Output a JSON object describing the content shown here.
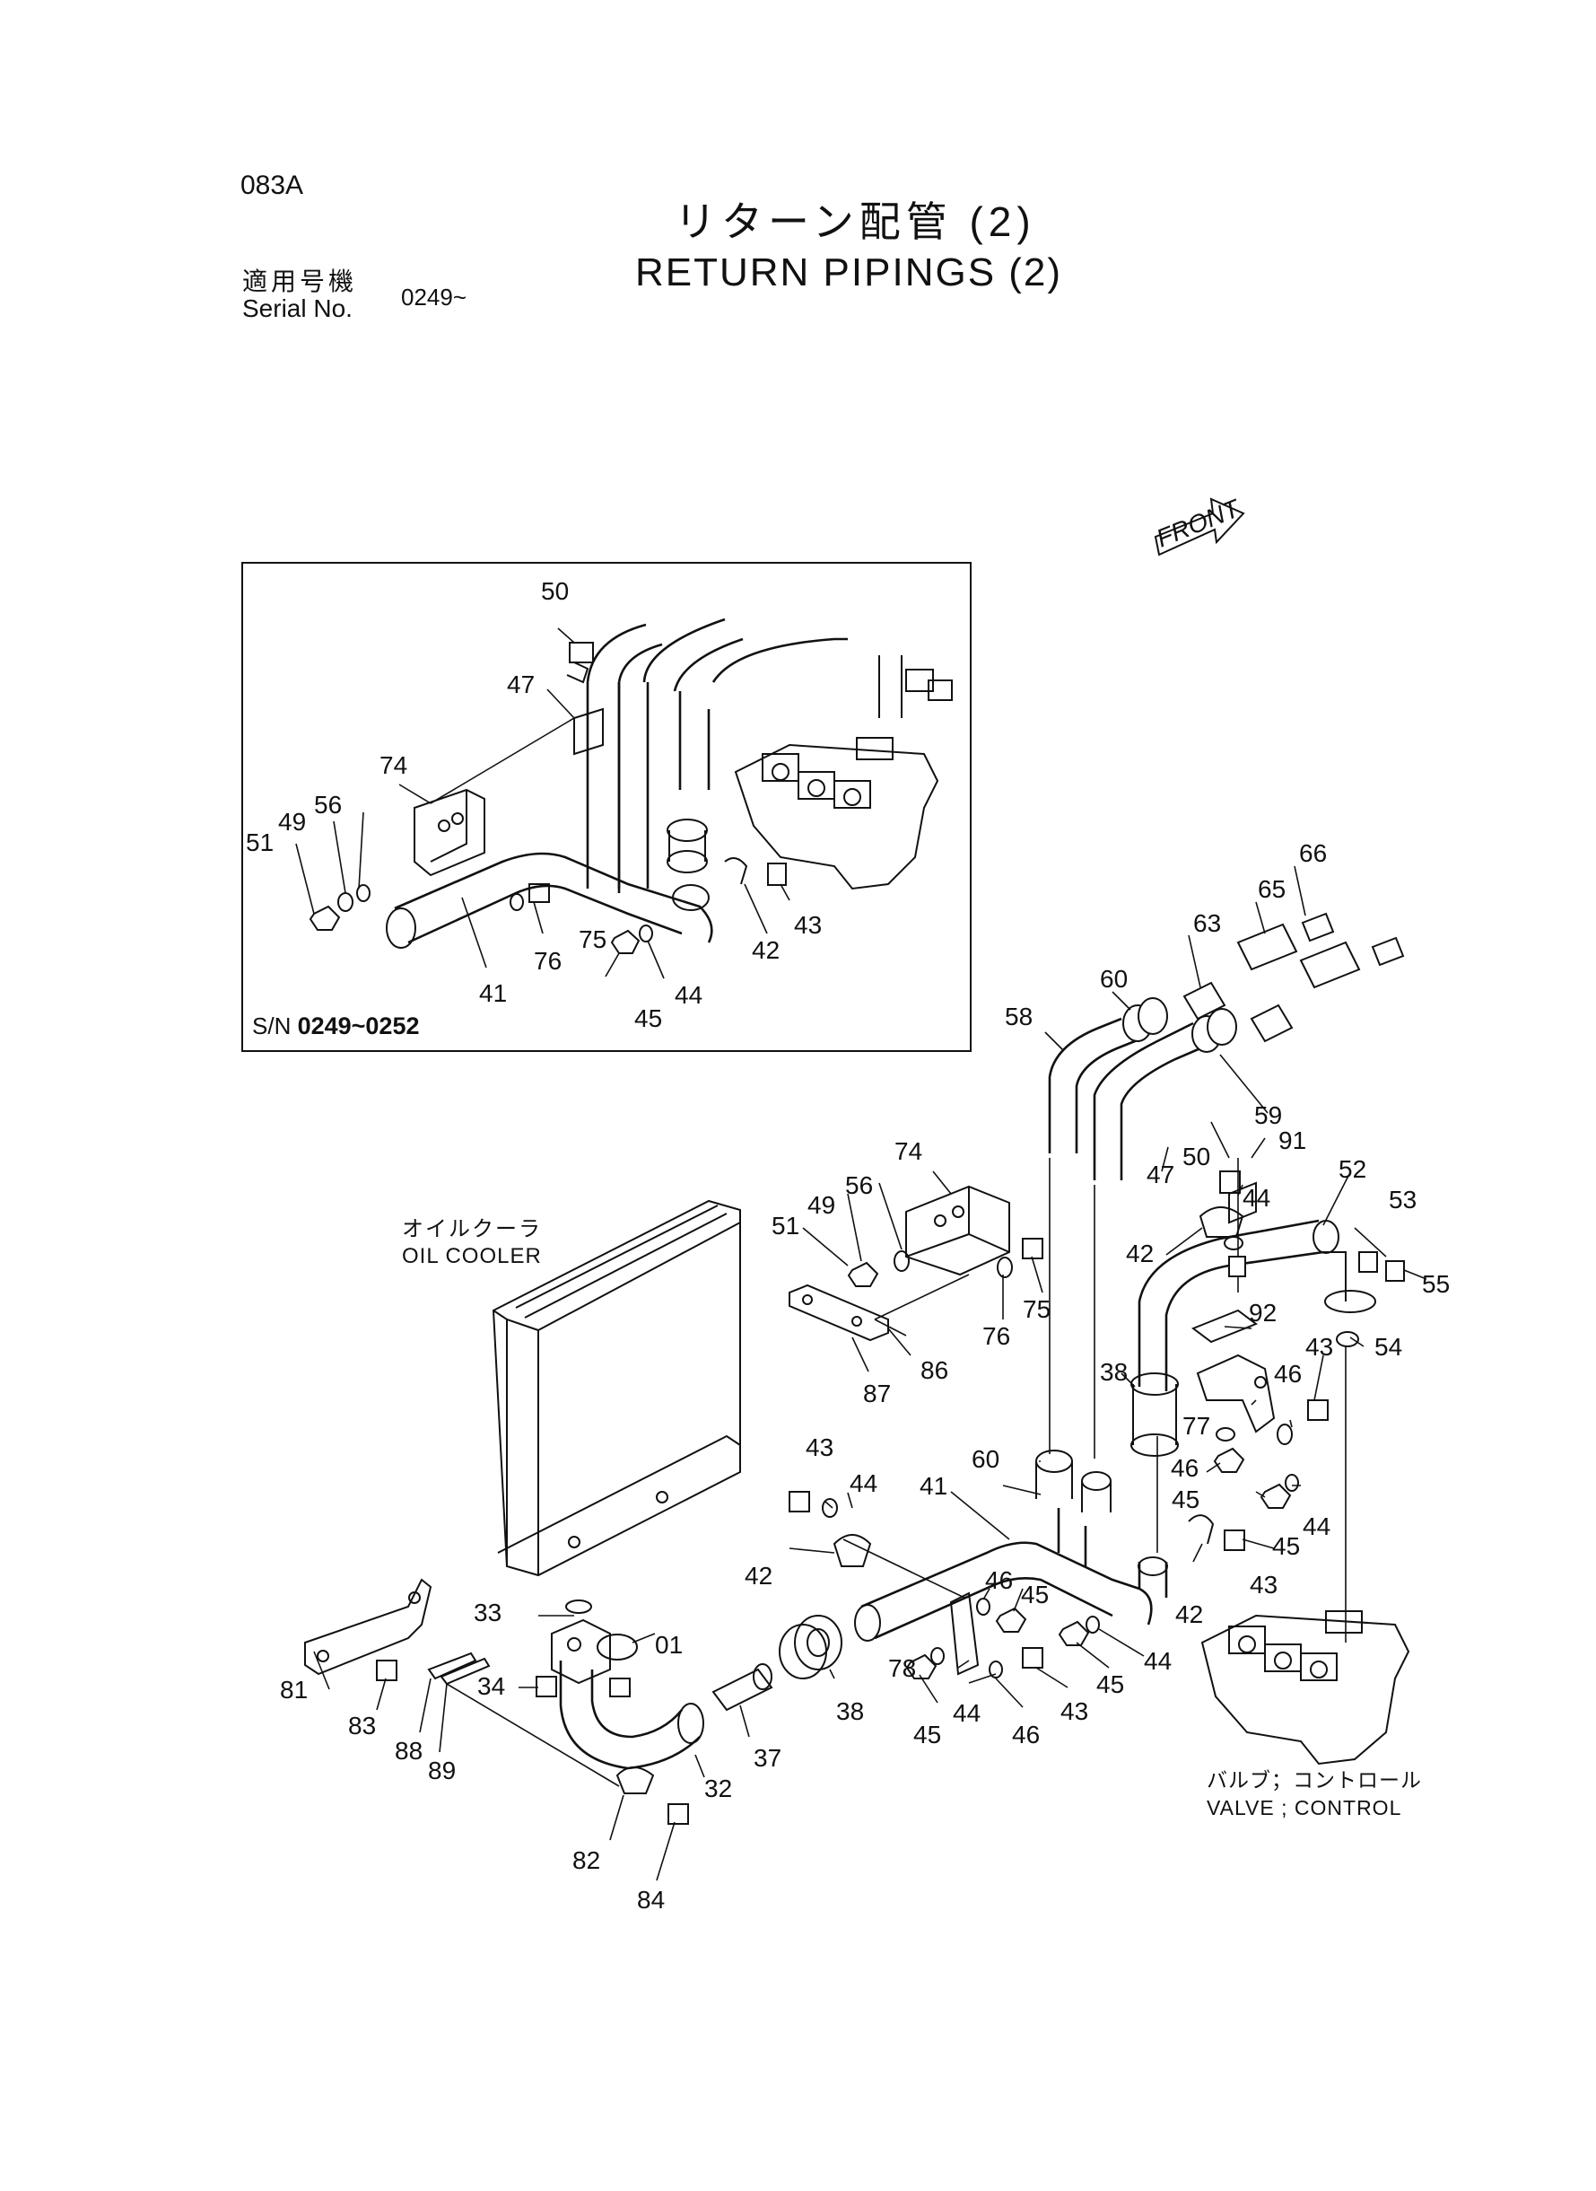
{
  "header": {
    "page_code": "083A",
    "title_jp": "リターン配管 (2)",
    "title_en": "RETURN PIPINGS (2)",
    "serial_label_jp": "適用号機",
    "serial_label_en": "Serial No.",
    "serial_value": "0249~"
  },
  "inset": {
    "caption_prefix": "S/N",
    "caption_range": "0249~0252"
  },
  "front_label": "FRONT",
  "components": {
    "oil_cooler_jp": "オイルクーラ",
    "oil_cooler_en": "OIL COOLER",
    "valve_jp": "バルブ；コントロール",
    "valve_en": "VALVE ; CONTROL"
  },
  "callouts": {
    "inset": [
      "50",
      "47",
      "74",
      "56",
      "49",
      "51",
      "41",
      "76",
      "75",
      "45",
      "44",
      "42",
      "43"
    ],
    "main": [
      "66",
      "65",
      "63",
      "60",
      "58",
      "59",
      "91",
      "50",
      "47",
      "44",
      "52",
      "53",
      "55",
      "42",
      "74",
      "56",
      "49",
      "51",
      "75",
      "76",
      "86",
      "87",
      "92",
      "43",
      "46",
      "54",
      "38",
      "77",
      "60",
      "46",
      "45",
      "45",
      "44",
      "43",
      "44",
      "41",
      "42",
      "43",
      "42",
      "46",
      "45",
      "78",
      "44",
      "45",
      "43",
      "46",
      "44",
      "45",
      "33",
      "01",
      "38",
      "37",
      "81",
      "83",
      "34",
      "88",
      "89",
      "32",
      "82",
      "84"
    ]
  }
}
